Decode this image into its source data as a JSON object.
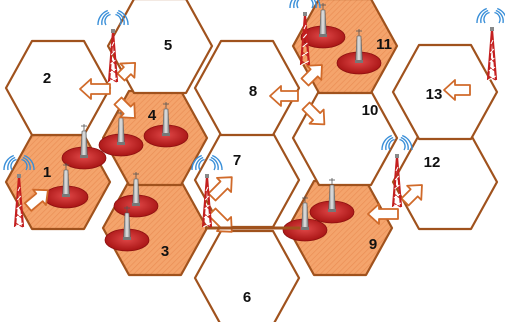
{
  "cells": [
    {
      "id": "c1",
      "label": "1",
      "shaded": true
    },
    {
      "id": "c2",
      "label": "2",
      "shaded": false
    },
    {
      "id": "c3",
      "label": "3",
      "shaded": true
    },
    {
      "id": "c4",
      "label": "4",
      "shaded": true
    },
    {
      "id": "c5",
      "label": "5",
      "shaded": false
    },
    {
      "id": "c6",
      "label": "6",
      "shaded": false
    },
    {
      "id": "c7",
      "label": "7",
      "shaded": false
    },
    {
      "id": "c8",
      "label": "8",
      "shaded": false
    },
    {
      "id": "c9",
      "label": "9",
      "shaded": true
    },
    {
      "id": "c10",
      "label": "10",
      "shaded": false
    },
    {
      "id": "c11",
      "label": "11",
      "shaded": true
    },
    {
      "id": "c12",
      "label": "12",
      "shaded": false
    },
    {
      "id": "c13",
      "label": "13",
      "shaded": false
    }
  ],
  "colors": {
    "cell_border": "#a0521d",
    "shaded_fill": "#f4a46c",
    "shaded_hatch": "#e98a50",
    "zone_ellipse": "#c8201e",
    "arrow_fill": "#ffffff",
    "arrow_stroke": "#d06a2a",
    "antenna_mast": "#c41f1f",
    "signal_wave": "#3a8fd8"
  },
  "icons": {
    "base_station": "cell-tower-icon",
    "small_cell": "small-cell-tower-icon",
    "handover": "handover-arrow-icon"
  }
}
